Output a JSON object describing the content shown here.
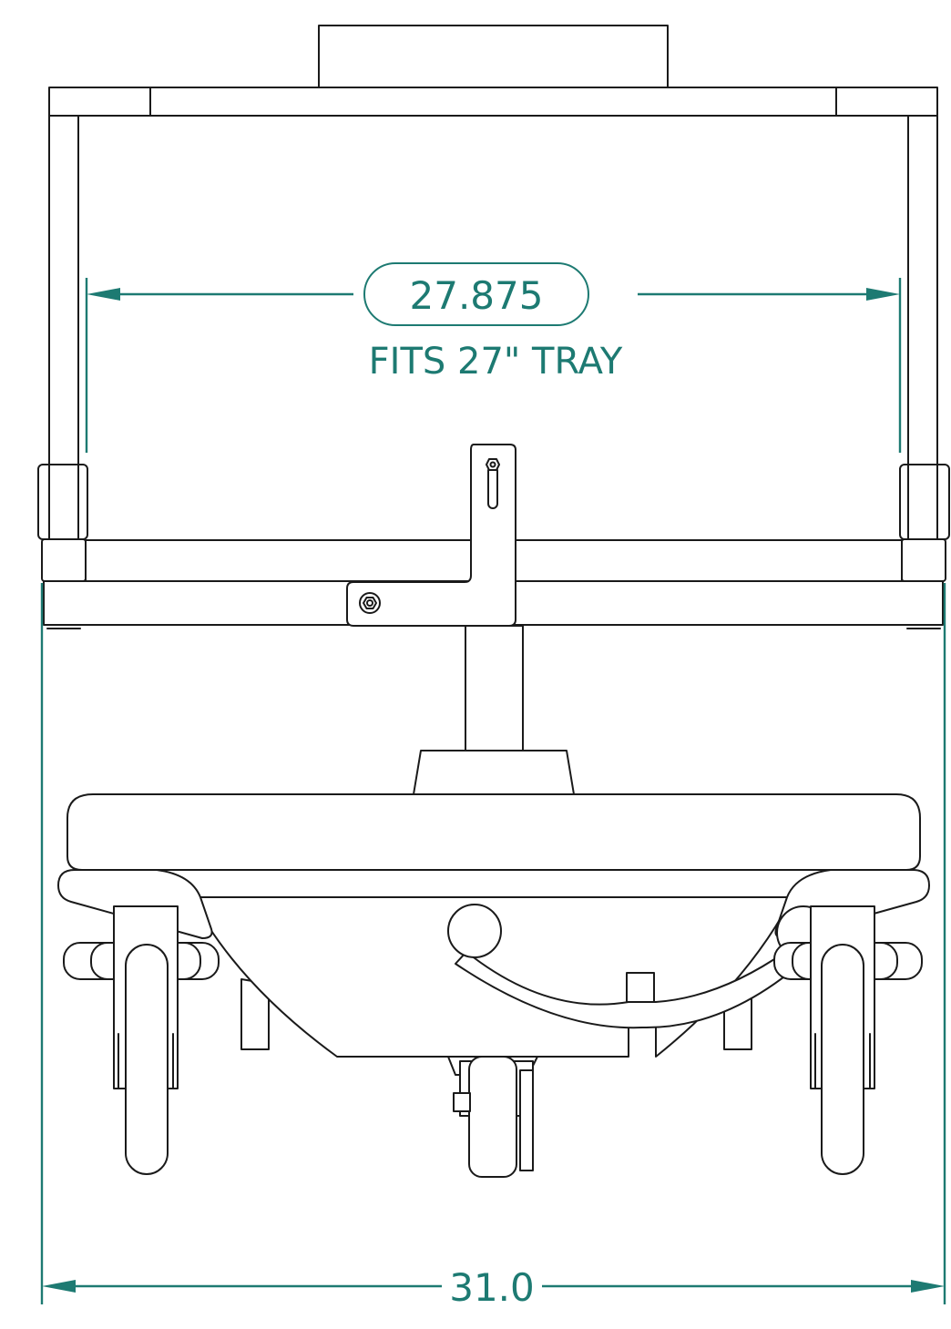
{
  "dimensions": {
    "inner_width": {
      "value": "27.875",
      "note": "FITS 27\" TRAY"
    },
    "overall_width": {
      "value": "31.0"
    }
  },
  "colors": {
    "dimension": "#1d7a72",
    "outline": "#1a1a1a",
    "background": "#ffffff"
  }
}
